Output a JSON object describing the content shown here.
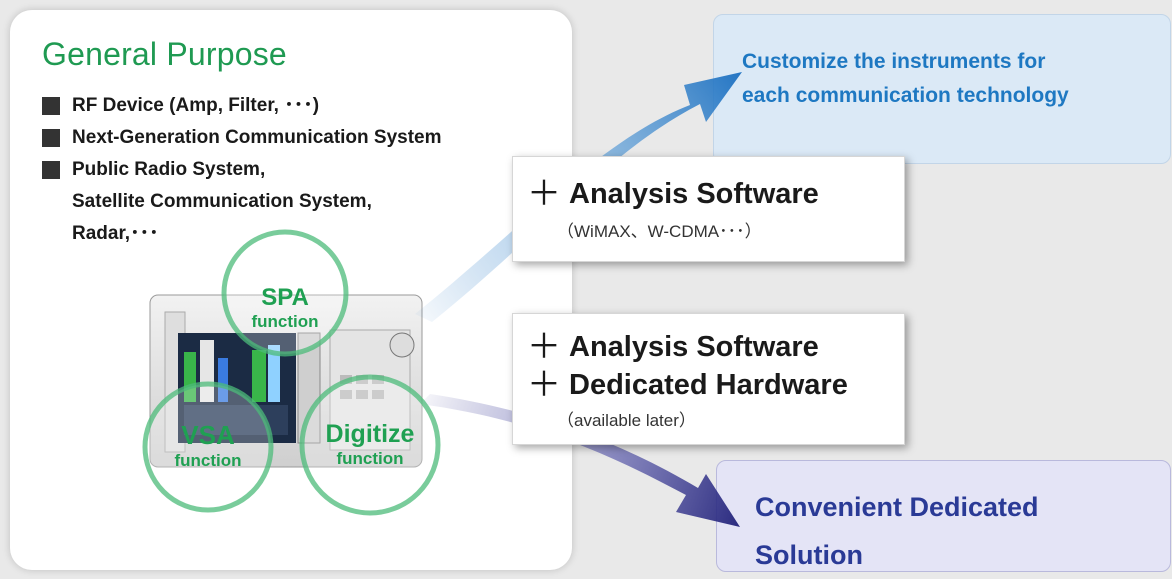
{
  "general": {
    "title": "General Purpose",
    "items": [
      {
        "lines": [
          "RF Device (Amp, Filter, ･･･)"
        ]
      },
      {
        "lines": [
          "Next-Generation Communication System"
        ]
      },
      {
        "lines": [
          "Public Radio System,",
          "Satellite Communication System,",
          "Radar,･･･"
        ]
      }
    ]
  },
  "functions": {
    "spa": {
      "name": "SPA",
      "sub": "function"
    },
    "vsa": {
      "name": "VSA",
      "sub": "function"
    },
    "digitize": {
      "name": "Digitize",
      "sub": "function"
    }
  },
  "box1": {
    "plus": "＋",
    "line1": "Analysis Software",
    "sub": "（WiMAX、W-CDMA･･･）"
  },
  "box2": {
    "plus": "＋",
    "line1": "Analysis Software",
    "line2": "Dedicated Hardware",
    "sub": "（available later）"
  },
  "target_top": {
    "line1": "Customize the instruments for",
    "line2": "each communication technology"
  },
  "target_bottom": {
    "line1": "Convenient Dedicated",
    "line2": "Solution"
  },
  "colors": {
    "green": "#1f9a52",
    "blue_arrow": "#1b6fc0",
    "purple_arrow": "#2f2f8c"
  }
}
